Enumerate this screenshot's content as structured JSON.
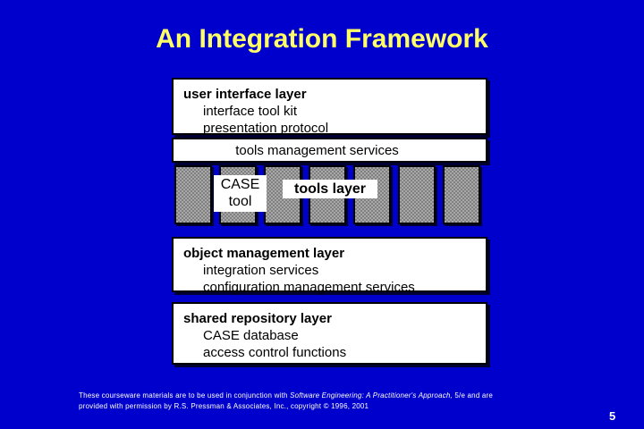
{
  "slide": {
    "title": "An Integration Framework",
    "background_color": "#0000cc",
    "title_color": "#ffff66",
    "page_number": "5"
  },
  "layers": {
    "user_interface": {
      "header": "user interface layer",
      "lines": [
        "interface tool kit",
        "presentation protocol"
      ]
    },
    "tools_management": {
      "header": "tools management services"
    },
    "tools_layer": {
      "case_tool_label_line1": "CASE",
      "case_tool_label_line2": "tool",
      "strip_label": "tools layer",
      "box_count": 7
    },
    "object_management": {
      "header": "object management layer",
      "lines": [
        "integration services",
        "configuration management services"
      ]
    },
    "shared_repository": {
      "header": "shared repository layer",
      "lines": [
        "CASE database",
        "access control functions"
      ]
    }
  },
  "footer": {
    "line1_part1": "These courseware materials are to be used in conjunction with ",
    "line1_italic": "Software Engineering: A Practitioner's Approach,",
    "line1_part2": " 5/e and are",
    "line2": "provided with permission by R.S. Pressman & Associates, Inc., copyright © 1996, 2001"
  }
}
